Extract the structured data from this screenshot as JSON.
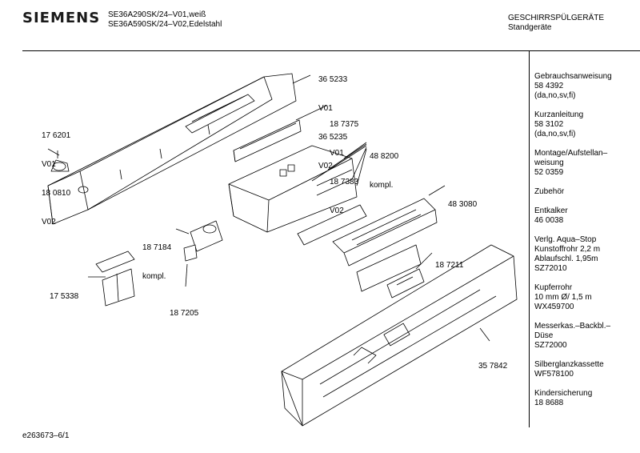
{
  "header": {
    "brand": "SIEMENS",
    "model_line_1": "SE36A290SK/24–V01,weiß",
    "model_line_2": "SE36A590SK/24–V02,Edelstahl",
    "category_line_1": "GESCHIRRSPÜLGERÄTE",
    "category_line_2": "Standgeräte"
  },
  "diagram_labels": {
    "l_365233": [
      "36 5233",
      "V01",
      "36 5235",
      "V02"
    ],
    "l_187375": [
      "18 7375",
      "V01",
      "18 7383",
      "V02"
    ],
    "l_176201": [
      "17 6201",
      "V01",
      "18 0810",
      "V02"
    ],
    "l_488200": [
      "48 8200",
      "kompl."
    ],
    "l_483080": [
      "48 3080"
    ],
    "l_187184": [
      "18 7184",
      "kompl."
    ],
    "l_175338": [
      "17 5338"
    ],
    "l_187205": [
      "18 7205"
    ],
    "l_187211": [
      "18 7211"
    ],
    "l_357842": [
      "35 7842"
    ]
  },
  "sidebar": [
    [
      "Gebrauchsanweisung",
      "58 4392",
      "(da,no,sv,fi)"
    ],
    [
      "Kurzanleitung",
      "58 3102",
      "(da,no,sv,fi)"
    ],
    [
      "Montage/Aufstellan–",
      "weisung",
      "52 0359"
    ],
    [
      "Zubehör"
    ],
    [
      "Entkalker",
      "46 0038"
    ],
    [
      "Verlg. Aqua–Stop",
      "Kunstoffrohr 2,2 m",
      "Ablaufschl. 1,95m",
      "SZ72010"
    ],
    [
      "Kupferrohr",
      "10 mm Ø/ 1,5 m",
      "WX459700"
    ],
    [
      "Messerkas.–Backbl.–",
      "Düse",
      "SZ72000"
    ],
    [
      "Silberglanzkassette",
      "WF578100"
    ],
    [
      "Kindersicherung",
      "18 8688"
    ]
  ],
  "footer": {
    "code": "e263673–6/1"
  }
}
